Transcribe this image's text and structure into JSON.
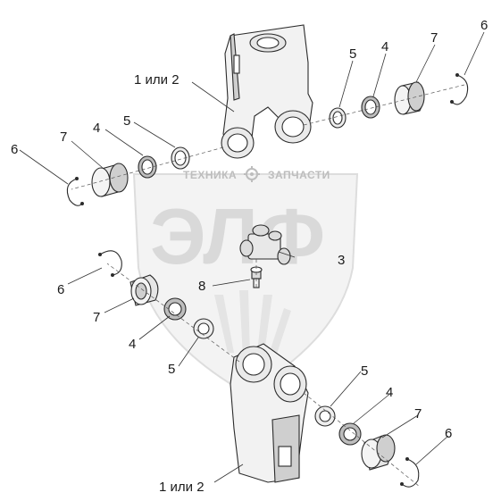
{
  "colors": {
    "outline": "#2b2b2b",
    "part_fill": "#f2f2f2",
    "part_shade": "#cfcfcf",
    "watermark": "#d9d9d9"
  },
  "watermark": {
    "top_left": "ТЕХНИКА",
    "top_right": "ЗАПЧАСТИ",
    "big": "ЭЛФ",
    "emblem": "gear-icon"
  },
  "labels": {
    "yoke_top": "1 или 2",
    "yoke_bottom": "1 или 2",
    "cross": "3",
    "seal": "4",
    "ring": "5",
    "snap_ring": "6",
    "bearing_cup": "7",
    "grease_fitting": "8"
  }
}
